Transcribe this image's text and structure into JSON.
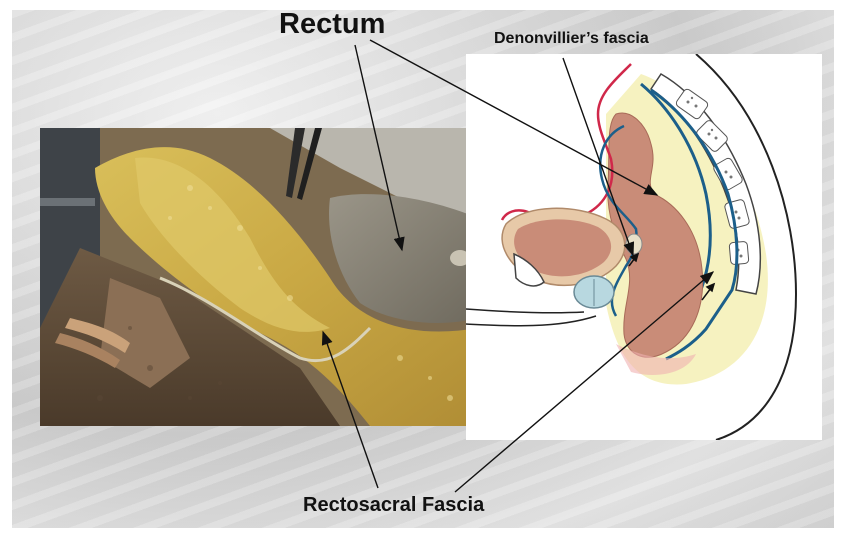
{
  "labels": {
    "rectum": "Rectum",
    "denonvillier": "Denonvillier’s fascia",
    "rectosacral": "Rectosacral Fascia"
  },
  "colors": {
    "rectum_fill": "#c98c78",
    "fascia_blue": "#1c5f8a",
    "peritoneum_red": "#d0284a",
    "fat_yellow": "#f6f2c0",
    "bladder_tan": "#e7c9a8",
    "prostate_blue": "#b8d8e0"
  }
}
